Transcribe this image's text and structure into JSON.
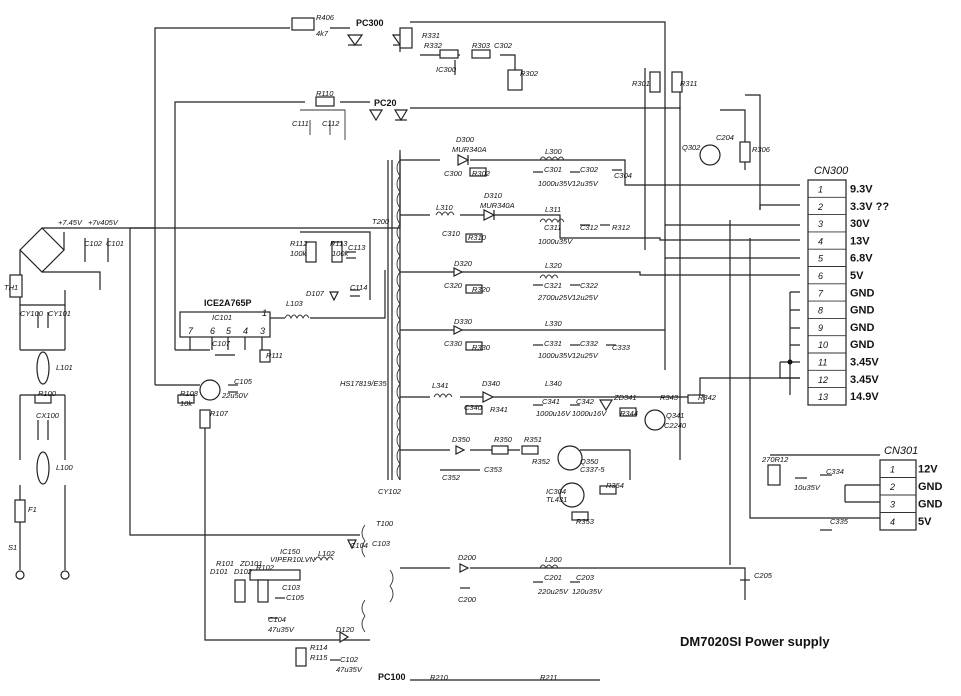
{
  "title": "DM7020SI Power supply",
  "connectors": {
    "cn300": {
      "name": "CN300",
      "pins": [
        {
          "num": "1",
          "label": "9.3V"
        },
        {
          "num": "2",
          "label": "3.3V ??"
        },
        {
          "num": "3",
          "label": "30V"
        },
        {
          "num": "4",
          "label": "13V"
        },
        {
          "num": "5",
          "label": "6.8V"
        },
        {
          "num": "6",
          "label": "5V"
        },
        {
          "num": "7",
          "label": "GND"
        },
        {
          "num": "8",
          "label": "GND"
        },
        {
          "num": "9",
          "label": "GND"
        },
        {
          "num": "10",
          "label": "GND"
        },
        {
          "num": "11",
          "label": "3.45V"
        },
        {
          "num": "12",
          "label": "3.45V"
        },
        {
          "num": "13",
          "label": "14.9V"
        }
      ]
    },
    "cn301": {
      "name": "CN301",
      "pins": [
        {
          "num": "1",
          "label": "12V"
        },
        {
          "num": "2",
          "label": "GND"
        },
        {
          "num": "3",
          "label": "GND"
        },
        {
          "num": "4",
          "label": "5V"
        }
      ]
    }
  },
  "ics": {
    "ic101": {
      "part": "ICE2A765P",
      "ref": "IC101",
      "pins": [
        "7",
        "6",
        "5",
        "4",
        "3",
        "1"
      ]
    },
    "ic150": {
      "ref": "IC150",
      "part": "VIPER10LVN"
    }
  },
  "transformers": {
    "main": "HS17819/E35",
    "aux": "T100"
  },
  "optos": {
    "pc300": "PC300",
    "pc20": "PC20",
    "pc100": "PC100"
  },
  "notes": {
    "rail_a": "+7.45V",
    "rail_b": "+7v405V"
  },
  "labels": [
    {
      "text": "R406"
    },
    {
      "text": "4k7"
    },
    {
      "text": "R331"
    },
    {
      "text": "R332"
    },
    {
      "text": "R303"
    },
    {
      "text": "C302"
    },
    {
      "text": "IC300"
    },
    {
      "text": "R302"
    },
    {
      "text": "R301"
    },
    {
      "text": "R311"
    },
    {
      "text": "R110"
    },
    {
      "text": "C111"
    },
    {
      "text": "C112"
    },
    {
      "text": "Q302"
    },
    {
      "text": "C204"
    },
    {
      "text": "R306"
    },
    {
      "text": "D300"
    },
    {
      "text": "MUR340A"
    },
    {
      "text": "C300"
    },
    {
      "text": "R302"
    },
    {
      "text": "L300"
    },
    {
      "text": "C301"
    },
    {
      "text": "1000u35V"
    },
    {
      "text": "C302"
    },
    {
      "text": "12u35V"
    },
    {
      "text": "C304"
    },
    {
      "text": "D310"
    },
    {
      "text": "MUR340A"
    },
    {
      "text": "L310"
    },
    {
      "text": "L311"
    },
    {
      "text": "C310"
    },
    {
      "text": "R310"
    },
    {
      "text": "C311"
    },
    {
      "text": "1000u35V"
    },
    {
      "text": "C312"
    },
    {
      "text": "R312"
    },
    {
      "text": "T200"
    },
    {
      "text": "D320"
    },
    {
      "text": "L320"
    },
    {
      "text": "C320"
    },
    {
      "text": "R320"
    },
    {
      "text": "C321"
    },
    {
      "text": "2700u25V"
    },
    {
      "text": "C322"
    },
    {
      "text": "12u25V"
    },
    {
      "text": "D330"
    },
    {
      "text": "L330"
    },
    {
      "text": "C330"
    },
    {
      "text": "R330"
    },
    {
      "text": "C331"
    },
    {
      "text": "1000u35V"
    },
    {
      "text": "C332"
    },
    {
      "text": "12u25V"
    },
    {
      "text": "C333"
    },
    {
      "text": "L341"
    },
    {
      "text": "D340"
    },
    {
      "text": "L340"
    },
    {
      "text": "C340"
    },
    {
      "text": "R341"
    },
    {
      "text": "C341"
    },
    {
      "text": "1000u16V"
    },
    {
      "text": "C342"
    },
    {
      "text": "1000u16V"
    },
    {
      "text": "ZD341"
    },
    {
      "text": "R343"
    },
    {
      "text": "R342"
    },
    {
      "text": "R344"
    },
    {
      "text": "Q341"
    },
    {
      "text": "C2240"
    },
    {
      "text": "D350"
    },
    {
      "text": "R350"
    },
    {
      "text": "R351"
    },
    {
      "text": "C352"
    },
    {
      "text": "C353"
    },
    {
      "text": "Q350"
    },
    {
      "text": "C337-5"
    },
    {
      "text": "R352"
    },
    {
      "text": "IC304"
    },
    {
      "text": "TL431"
    },
    {
      "text": "R354"
    },
    {
      "text": "R353"
    },
    {
      "text": "R112"
    },
    {
      "text": "100k"
    },
    {
      "text": "R113"
    },
    {
      "text": "100k"
    },
    {
      "text": "C113"
    },
    {
      "text": "D107"
    },
    {
      "text": "C114"
    },
    {
      "text": "L103"
    },
    {
      "text": "C102"
    },
    {
      "text": "C101"
    },
    {
      "text": "CY100"
    },
    {
      "text": "CY101"
    },
    {
      "text": "L101"
    },
    {
      "text": "R100"
    },
    {
      "text": "CX100"
    },
    {
      "text": "L100"
    },
    {
      "text": "F1"
    },
    {
      "text": "S1"
    },
    {
      "text": "TH1"
    },
    {
      "text": "C107"
    },
    {
      "text": "R111"
    },
    {
      "text": "R108"
    },
    {
      "text": "10k"
    },
    {
      "text": "C105"
    },
    {
      "text": "22u50V"
    },
    {
      "text": "R107"
    },
    {
      "text": "CY102"
    },
    {
      "text": "270R12"
    },
    {
      "text": "10u35V"
    },
    {
      "text": "C334"
    },
    {
      "text": "C335"
    },
    {
      "text": "C103"
    },
    {
      "text": "C104"
    },
    {
      "text": "C105"
    },
    {
      "text": "L102"
    },
    {
      "text": "D101"
    },
    {
      "text": "D102"
    },
    {
      "text": "R101"
    },
    {
      "text": "ZD101"
    },
    {
      "text": "R102"
    },
    {
      "text": "C103"
    },
    {
      "text": "C104"
    },
    {
      "text": "47u35V"
    },
    {
      "text": "D120"
    },
    {
      "text": "R114"
    },
    {
      "text": "R115"
    },
    {
      "text": "C102"
    },
    {
      "text": "47u35V"
    },
    {
      "text": "D200"
    },
    {
      "text": "L200"
    },
    {
      "text": "C200"
    },
    {
      "text": "C201"
    },
    {
      "text": "220u25V"
    },
    {
      "text": "C203"
    },
    {
      "text": "120u35V"
    },
    {
      "text": "C205"
    },
    {
      "text": "R210"
    },
    {
      "text": "R211"
    }
  ]
}
